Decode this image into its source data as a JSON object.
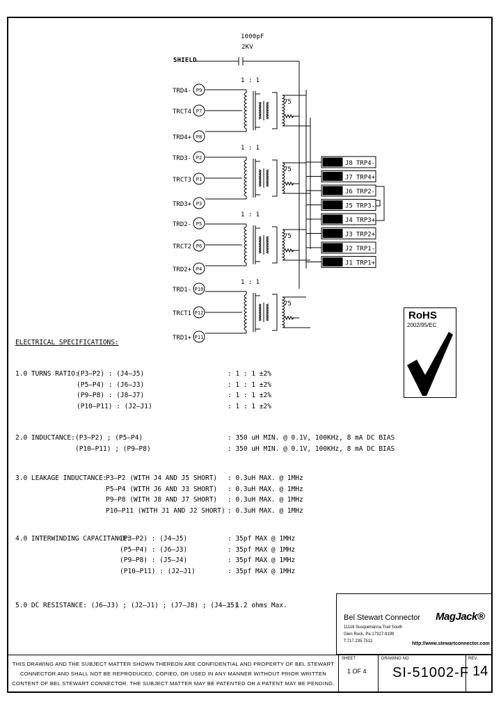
{
  "schematic": {
    "capacitor": {
      "value": "1000pF",
      "voltage": "2KV"
    },
    "shield_label": "SHIELD",
    "ratio_label": "1 : 1",
    "resistor_label": "75",
    "pins": [
      {
        "name": "TRD4-",
        "pin": "P9"
      },
      {
        "name": "TRCT4",
        "pin": "P7"
      },
      {
        "name": "TRD4+",
        "pin": "P8"
      },
      {
        "name": "TRD3-",
        "pin": "P2"
      },
      {
        "name": "TRCT3",
        "pin": "P1"
      },
      {
        "name": "TRD3+",
        "pin": "P3"
      },
      {
        "name": "TRD2-",
        "pin": "P5"
      },
      {
        "name": "TRCT2",
        "pin": "P6"
      },
      {
        "name": "TRD2+",
        "pin": "P4"
      },
      {
        "name": "TRD1-",
        "pin": "P10"
      },
      {
        "name": "TRCT1",
        "pin": "P12"
      },
      {
        "name": "TRD1+",
        "pin": "P11"
      }
    ],
    "jacks": [
      {
        "jack": "J8",
        "name": "TRP4-"
      },
      {
        "jack": "J7",
        "name": "TRP4+"
      },
      {
        "jack": "J6",
        "name": "TRP2-"
      },
      {
        "jack": "J5",
        "name": "TRP3-"
      },
      {
        "jack": "J4",
        "name": "TRP3+"
      },
      {
        "jack": "J3",
        "name": "TRP2+"
      },
      {
        "jack": "J2",
        "name": "TRP1-"
      },
      {
        "jack": "J1",
        "name": "TRP1+"
      }
    ]
  },
  "rohs": {
    "title": "RoHS",
    "subtitle": "2002/95/EC"
  },
  "specs": {
    "heading": "ELECTRICAL SPECIFICATIONS:",
    "sections": [
      {
        "label": "1.0  TURNS RATIO:",
        "rows": [
          {
            "left": "(P3–P2) : (J4–J5)",
            "right": ":  1 : 1  ±2%"
          },
          {
            "left": "(P5–P4) : (J6–J3)",
            "right": ":  1 : 1  ±2%"
          },
          {
            "left": "(P9–P8) : (J8–J7)",
            "right": ":  1 : 1  ±2%"
          },
          {
            "left": "(P10–P11) : (J2–J1)",
            "right": ":  1 : 1  ±2%"
          }
        ]
      },
      {
        "label": "2.0  INDUCTANCE:",
        "rows": [
          {
            "left": "(P3–P2) ; (P5–P4)",
            "right": ":  350 uH MIN. @ 0.1V, 100KHz, 8 mA DC BIAS"
          },
          {
            "left": "(P10–P11) ; (P9–P8)",
            "right": ":  350 uH MIN. @ 0.1V, 100KHz, 8 mA DC BIAS"
          }
        ]
      },
      {
        "label": "3.0  LEAKAGE INDUCTANCE:",
        "rows": [
          {
            "left": "P3–P2 (WITH J4 AND J5 SHORT)",
            "right": ":  0.3uH MAX. @ 1MHz"
          },
          {
            "left": "P5–P4 (WITH J6 AND J3 SHORT)",
            "right": ":  0.3uH MAX. @ 1MHz"
          },
          {
            "left": "P9–P8 (WITH J8 AND J7 SHORT)",
            "right": ":  0.3uH MAX. @ 1MHz"
          },
          {
            "left": "P10–P11 (WITH J1 AND J2 SHORT)",
            "right": ":  0.3uH MAX. @ 1MHz"
          }
        ]
      },
      {
        "label": "4.0  INTERWINDING CAPACITANCE:",
        "rows": [
          {
            "left": "(P3–P2) : (J4–J5)",
            "right": ":  35pf MAX @ 1MHz"
          },
          {
            "left": "(P5–P4) : (J6–J3)",
            "right": ":  35pf MAX @ 1MHz"
          },
          {
            "left": "(P9–P8) : (J5–J4)",
            "right": ":  35pf MAX @ 1MHz"
          },
          {
            "left": "(P10–P11) : (J2–J1)",
            "right": ":  35pf MAX @ 1MHz"
          }
        ]
      },
      {
        "label": "5.0  DC RESISTANCE: (J6–J3) ; (J2–J1) ; (J7–J8) ; (J4–J5)",
        "rows": [
          {
            "left": "",
            "right": ":  1.2 ohms Max."
          }
        ]
      }
    ]
  },
  "title_block": {
    "company": "Bel Stewart Connector",
    "address1": "11118 Susquehanna Trail South",
    "address2": "Glen Rock, Pa 17327-9199",
    "phone": "T:717.235.7512",
    "brand": "MagJack®",
    "url": "http://www.stewartconnector.com",
    "disclaimer": "THIS DRAWING AND THE SUBJECT MATTER SHOWN THEREON ARE CONFIDENTIAL AND PROPERTY OF BEL STEWART CONNECTOR AND SHALL NOT BE REPRODUCED, COPIED, OR USED IN ANY MANNER WITHOUT PRIOR WRITTEN CONTENT OF BEL STEWART CONNECTOR. THE SUBJECT MATTER MAY BE PATENTED OR A PATENT MAY BE PENDING.",
    "sheet_label": "SHEET",
    "sheet_value": "1 OF 4",
    "drawing_label": "DRAWING NO.",
    "drawing_value": "SI-51002-F",
    "rev_label": "REV.",
    "rev_value": "14"
  }
}
